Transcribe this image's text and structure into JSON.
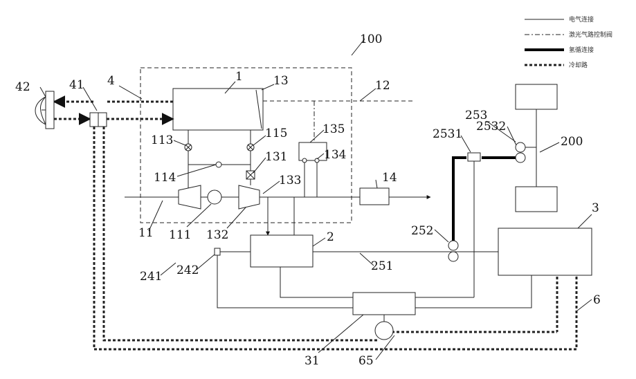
{
  "legend": [
    {
      "key": "electrical",
      "label": "电气连接"
    },
    {
      "key": "signal",
      "label": "激光气路控制阀"
    },
    {
      "key": "hydrogen",
      "label": "氢循连接"
    },
    {
      "key": "coolant",
      "label": "冷却路"
    }
  ],
  "labels": {
    "l100": "100",
    "l1": "1",
    "l13": "13",
    "l4": "4",
    "l41": "41",
    "l42": "42",
    "l12": "12",
    "l113": "113",
    "l115": "115",
    "l135": "135",
    "l134": "134",
    "l131": "131",
    "l114": "114",
    "l133": "133",
    "l14": "14",
    "l11": "11",
    "l111": "111",
    "l132": "132",
    "l2": "2",
    "l241": "241",
    "l242": "242",
    "l251": "251",
    "l252": "252",
    "l253": "253",
    "l2532": "2532",
    "l2531": "2531",
    "l200": "200",
    "l3": "3",
    "l6": "6",
    "l31": "31",
    "l65": "65"
  }
}
